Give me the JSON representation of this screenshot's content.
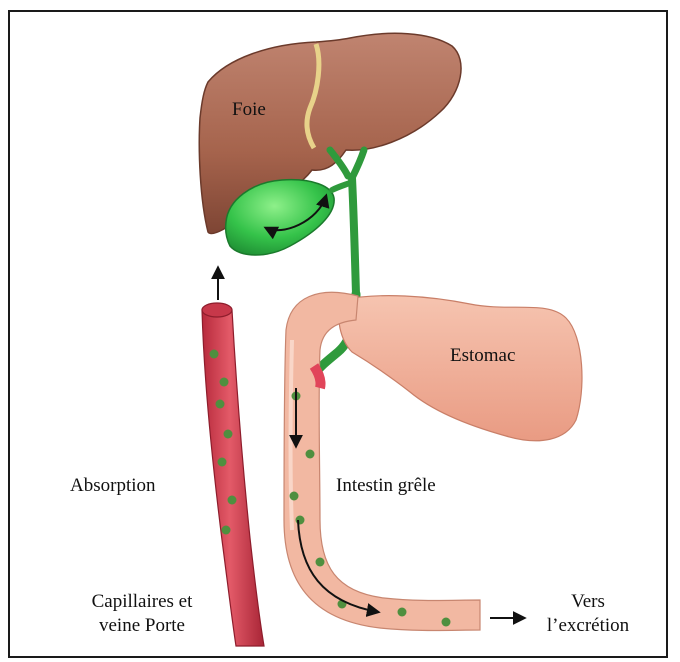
{
  "labels": {
    "liver": "Foie",
    "stomach": "Estomac",
    "absorption": "Absorption",
    "small_intestine": "Intestin grêle",
    "capillaries_line1": "Capillaires et",
    "capillaries_line2": "veine Porte",
    "excretion_line1": "Vers",
    "excretion_line2": "l’excrétion"
  },
  "colors": {
    "liver": "#a8654f",
    "gallbladder": "#33c14a",
    "bile_duct": "#2f9a3c",
    "intestine": "#f2b8a2",
    "stomach": "#f3b39c",
    "vessel": "#d63e4e",
    "bile_dot": "#4f8f3f",
    "arrow": "#111111"
  }
}
